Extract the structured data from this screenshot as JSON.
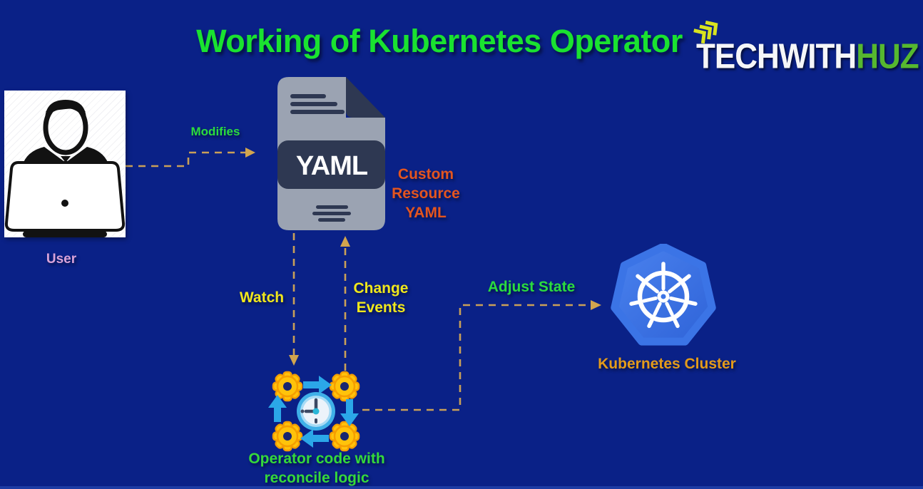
{
  "title": "Working of Kubernetes Operator",
  "logo": {
    "text_white": "TECHWITH",
    "text_green": "HUZ"
  },
  "nodes": {
    "user": {
      "label": "User",
      "icon": "person-at-laptop-icon"
    },
    "custom_resource_yaml": {
      "file_badge": "YAML",
      "icon": "yaml-file-icon",
      "caption_lines": [
        "Custom",
        "Resource",
        "YAML"
      ]
    },
    "operator": {
      "icon": "gears-with-clock-icon",
      "caption_lines": [
        "Operator code with",
        "reconcile logic"
      ]
    },
    "kubernetes_cluster": {
      "label": "Kubernetes Cluster",
      "icon": "kubernetes-helm-icon"
    }
  },
  "edges": {
    "modifies": {
      "label": "Modifies",
      "from": "user",
      "to": "custom_resource_yaml"
    },
    "watch": {
      "label": "Watch",
      "from": "custom_resource_yaml",
      "to": "operator"
    },
    "change_events": {
      "label_lines": [
        "Change",
        "Events"
      ],
      "from": "operator",
      "to": "custom_resource_yaml"
    },
    "adjust_state": {
      "label": "Adjust State",
      "from": "operator",
      "to": "kubernetes_cluster"
    }
  },
  "colors": {
    "background": "#0A2187",
    "title_green": "#1AE230",
    "label_green": "#2BDC3E",
    "label_yellow": "#F0E71C",
    "label_orange_red": "#E4551F",
    "label_orange_gold": "#E49B1A",
    "label_plum": "#D9A3D9",
    "connector_tan": "#C9A058",
    "kubernetes_blue": "#3B74E6",
    "file_gray": "#9BA3B2",
    "file_dark_navy": "#2E3852",
    "gear_yellow": "#FFC30B",
    "gear_orange": "#F59E00",
    "cycle_arrow_blue": "#2BA7E8",
    "logo_green": "#56B82F",
    "logo_chevron_yellow": "#D9E31F"
  }
}
